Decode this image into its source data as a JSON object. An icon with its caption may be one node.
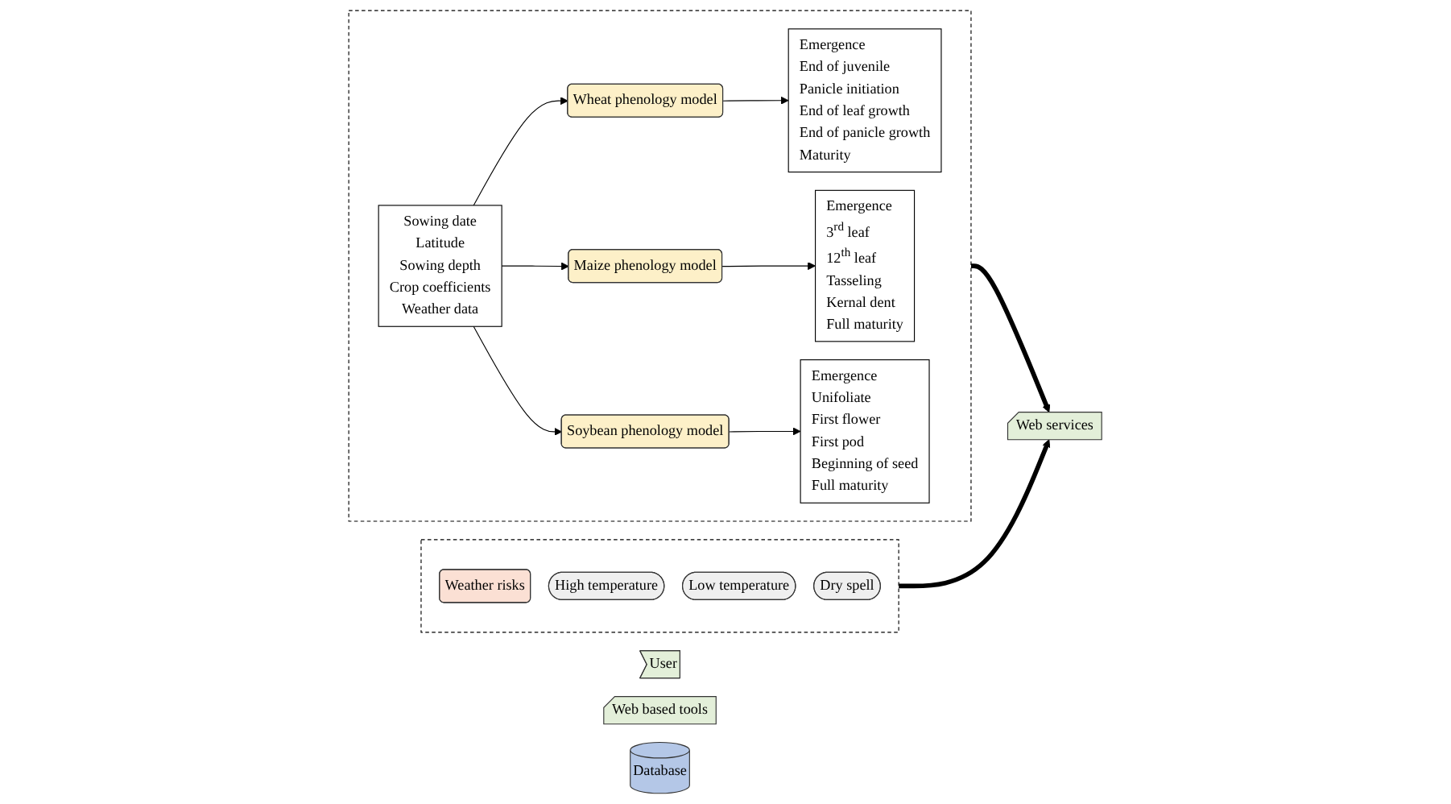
{
  "diagram": {
    "nodes": [
      {
        "text": [],
        "shape": "box"
      },
      {
        "text": [
          "Sowing date",
          "Latitude",
          "Sowing depth",
          "Crop coefficients",
          "Weather data"
        ],
        "in": 0
      },
      {
        "text": [
          "Wheat phenology model"
        ],
        "in": 0
      },
      {
        "text": [
          "Maize phenology model"
        ],
        "in": 0
      },
      {
        "text": [
          "Soybean phenology model"
        ],
        "in": 0
      },
      {
        "text": [
          "Emergence",
          "End of juvenile",
          "Panicle initiation",
          "End of leaf growth",
          "End of panicle growth",
          "Maturity"
        ],
        "in": 0
      },
      {
        "text": [
          "Emergence",
          "3$^{rd}$ leaf",
          "12$^{th}$ leaf",
          "Tasseling",
          "Kernal dent",
          "Full maturity"
        ],
        "in": 0
      },
      {
        "text": [
          "Emergence",
          "Unifoliate",
          "First flower",
          "First pod",
          "Beginning of seed",
          "Full maturity"
        ],
        "in": 0
      },
      {
        "text": [],
        "shape": "box"
      },
      {
        "text": [
          "Weather risks"
        ],
        "in": 8
      },
      {
        "text": [
          "High temperature"
        ],
        "in": 8
      },
      {
        "text": [
          "Low temperature"
        ],
        "in": 8
      },
      {
        "text": [
          "Dry spell"
        ],
        "in": 8
      },
      {
        "text": [
          "User"
        ]
      },
      {
        "text": [
          "Web based tools"
        ]
      },
      {
        "text": [
          "Web services"
        ]
      },
      {
        "text": [
          "Database"
        ]
      }
    ],
    "edges": [
      {
        "from": 1,
        "to": 2,
        "arrow": "to"
      },
      {
        "from": 1,
        "to": 3,
        "arrow": "to"
      },
      {
        "from": 1,
        "to": 4,
        "arrow": "to"
      },
      {
        "from": 2,
        "to": 5,
        "arrow": "to"
      },
      {
        "from": 3,
        "to": 6,
        "arrow": "to"
      },
      {
        "from": 4,
        "to": 7,
        "arrow": "to"
      },
      {
        "from": 0,
        "to": 15,
        "arrow": "to",
        "style": "thick"
      },
      {
        "from": 8,
        "to": 15,
        "arrow": "to",
        "style": "thick"
      }
    ]
  }
}
